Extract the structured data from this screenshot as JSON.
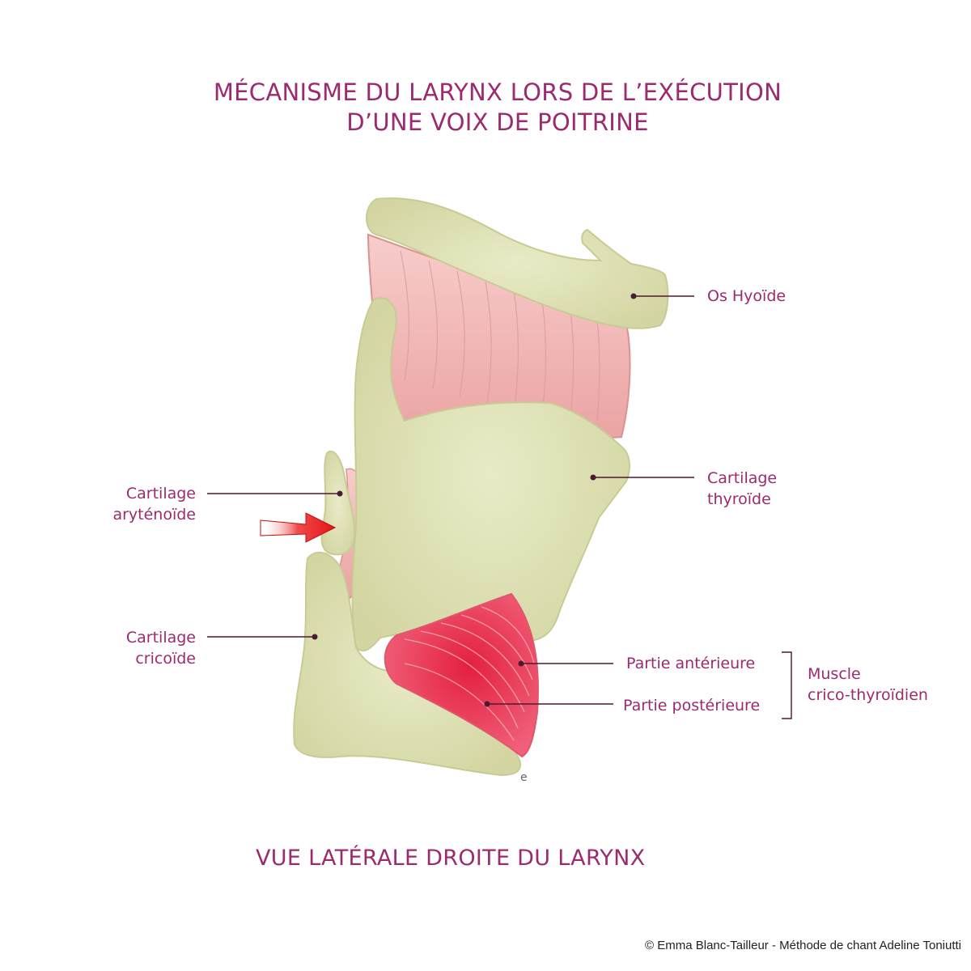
{
  "title": {
    "line1": "MÉCANISME DU LARYNX LORS DE L’EXÉCUTION",
    "line2": "D’UNE VOIX DE POITRINE"
  },
  "subtitle": "VUE LATÉRALE DROITE DU LARYNX",
  "labels": {
    "os_hyoide": "Os Hyoïde",
    "thyroide": {
      "line1": "Cartilage",
      "line2": "thyroïde"
    },
    "arytenoide": {
      "line1": "Cartilage",
      "line2": "aryténoïde"
    },
    "cricoide": {
      "line1": "Cartilage",
      "line2": "cricoïde"
    },
    "partie_anterieure": "Partie antérieure",
    "partie_posterieure": "Partie postérieure",
    "muscle": {
      "line1": "Muscle",
      "line2": "crico-thyroïdien"
    }
  },
  "signature": "e",
  "credit": "© Emma Blanc-Tailleur - Méthode de chant Adeline Toniutti",
  "colors": {
    "text": "#9c2a6e",
    "cartilage": "#d9dcae",
    "membrane": "#f2b8b6",
    "muscle": "#e8364f",
    "arrow": "#e81c1c",
    "leader": "#4a1a2e"
  }
}
